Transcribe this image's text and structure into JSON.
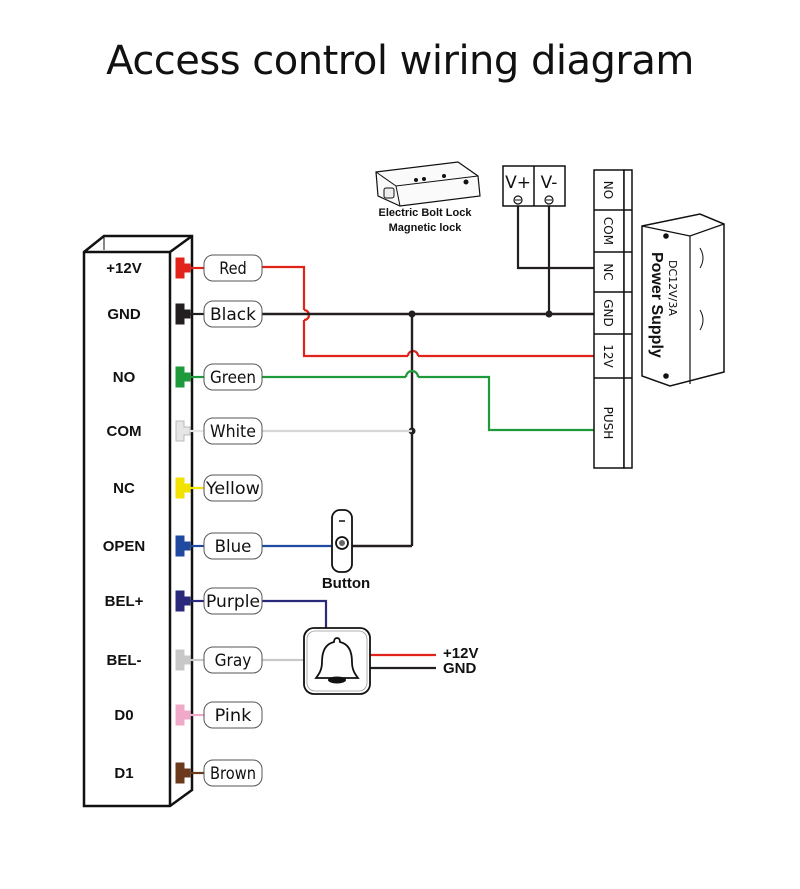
{
  "title": "Access control wiring diagram",
  "controller_terminals": [
    {
      "label": "+12V",
      "wire": "Red",
      "color": "#e2231a"
    },
    {
      "label": "GND",
      "wire": "Black",
      "color": "#231f20"
    },
    {
      "label": "NO",
      "wire": "Green",
      "color": "#1e9a3a"
    },
    {
      "label": "COM",
      "wire": "White",
      "color": "#e6e6e6"
    },
    {
      "label": "NC",
      "wire": "Yellow",
      "color": "#f3e200"
    },
    {
      "label": "OPEN",
      "wire": "Blue",
      "color": "#1f4aa0"
    },
    {
      "label": "BEL+",
      "wire": "Purple",
      "color": "#2b2a7a"
    },
    {
      "label": "BEL-",
      "wire": "Gray",
      "color": "#c8c8c8"
    },
    {
      "label": "D0",
      "wire": "Pink",
      "color": "#f0a9c9"
    },
    {
      "label": "D1",
      "wire": "Brown",
      "color": "#6b3a1d"
    }
  ],
  "lock": {
    "line1": "Electric Bolt Lock",
    "line2": "Magnetic lock",
    "pos": "V+",
    "neg": "V-"
  },
  "power_supply": {
    "name": "Power Supply",
    "rating": "DC12V/3A",
    "terminals": [
      "NO",
      "COM",
      "NC",
      "GND",
      "12V",
      "PUSH"
    ]
  },
  "button_label": "Button",
  "bell": {
    "pos": "+12V",
    "neg": "GND"
  }
}
